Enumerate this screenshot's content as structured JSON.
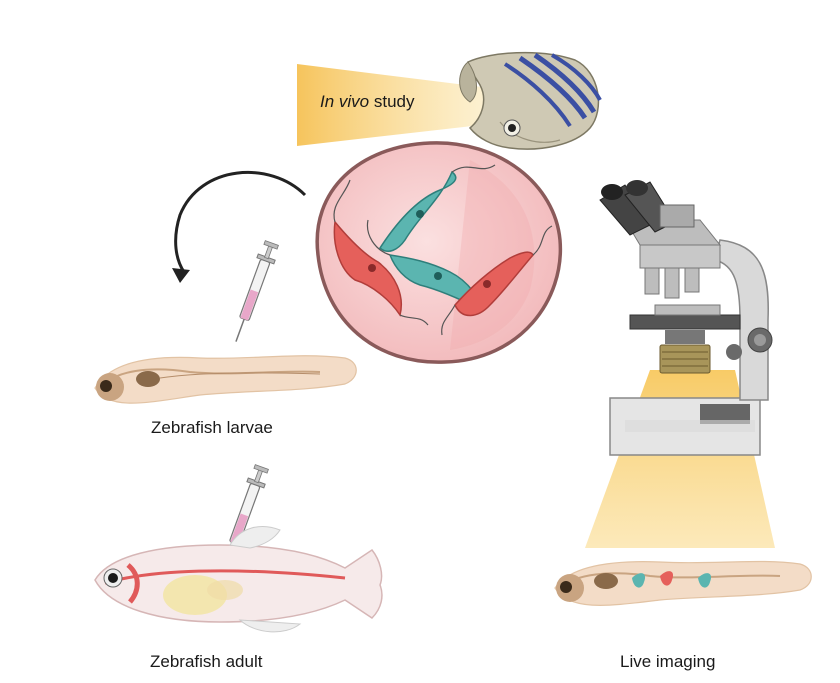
{
  "labels": {
    "study_italic": "In vivo",
    "study_rest": " study",
    "larvae": "Zebrafish larvae",
    "adult": "Zebrafish adult",
    "imaging": "Live imaging"
  },
  "icons": [
    "zebrafish-icon",
    "parasite-cell-icon",
    "curved-arrow-icon",
    "syringe-icon",
    "microscope-icon",
    "zebrafish-larva-icon",
    "zebrafish-adult-icon"
  ],
  "colors": {
    "beam": "#f7d27a",
    "cell_border": "#8a5a5a",
    "cell_fill": "#f6c9c9",
    "parasite_red": "#e5605b",
    "parasite_teal": "#5bb5b0",
    "larva_body": "#f3dcc7",
    "syringe_liquid": "#e8a7c9"
  }
}
